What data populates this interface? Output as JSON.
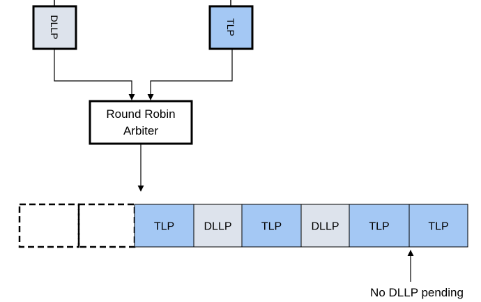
{
  "sources": [
    {
      "label": "DLLP",
      "kind": "dllp"
    },
    {
      "label": "TLP",
      "kind": "tlp"
    }
  ],
  "arbiter": {
    "line1": "Round Robin",
    "line2": "Arbiter"
  },
  "queue": {
    "empty_slots": 2,
    "slots": [
      {
        "label": "TLP",
        "kind": "tlp"
      },
      {
        "label": "DLLP",
        "kind": "dllp"
      },
      {
        "label": "TLP",
        "kind": "tlp"
      },
      {
        "label": "DLLP",
        "kind": "dllp"
      },
      {
        "label": "TLP",
        "kind": "tlp"
      },
      {
        "label": "TLP",
        "kind": "tlp"
      }
    ]
  },
  "annotation": "No DLLP pending",
  "colors": {
    "tlp": "#a4c8f4",
    "dllp": "#dde3ec",
    "stroke": "#000000"
  }
}
